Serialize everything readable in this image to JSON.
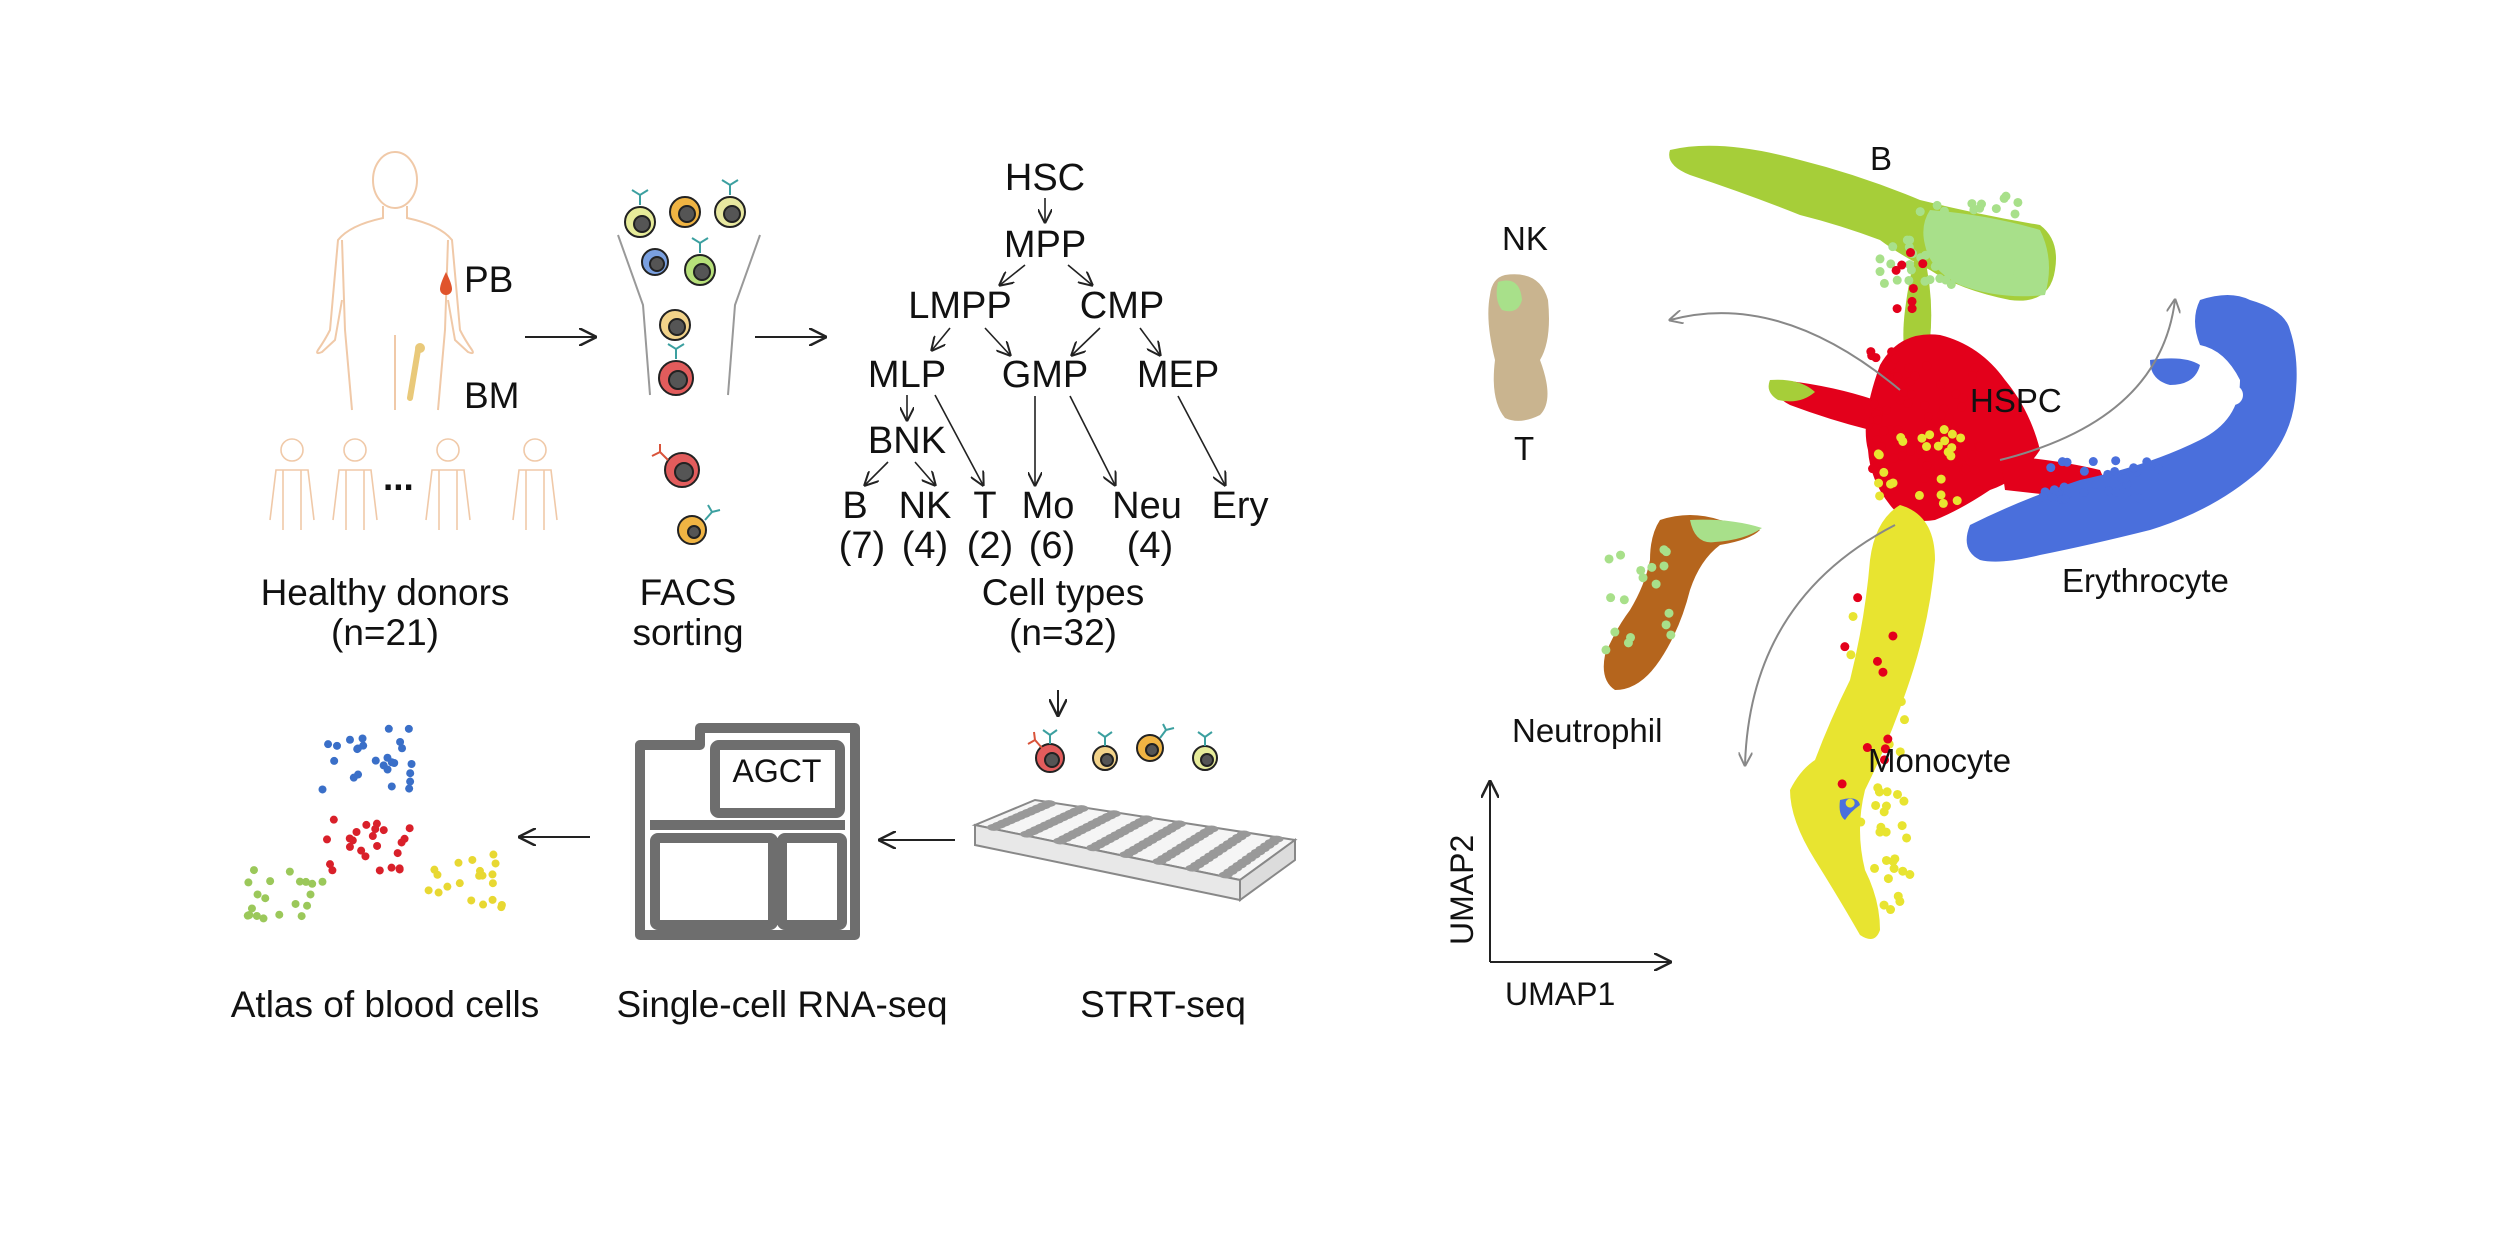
{
  "workflow": {
    "sources": {
      "pb": "PB",
      "bm": "BM",
      "ellipsis": "..."
    },
    "steps": {
      "donors": {
        "line1": "Healthy donors",
        "line2": "(n=21)"
      },
      "facs": {
        "line1": "FACS",
        "line2": "sorting"
      },
      "cell_types": {
        "line1": "Cell types",
        "line2": "(n=32)"
      },
      "strt": "STRT-seq",
      "scrna": "Single-cell RNA-seq",
      "sequencer_text": "AGCT",
      "atlas": "Atlas of blood cells"
    },
    "tree": {
      "hsc": "HSC",
      "mpp": "MPP",
      "lmpp": "LMPP",
      "cmp": "CMP",
      "mlp": "MLP",
      "gmp": "GMP",
      "mep": "MEP",
      "bnk": "BNK",
      "leaves": [
        {
          "name": "B",
          "count": "(7)"
        },
        {
          "name": "NK",
          "count": "(4)"
        },
        {
          "name": "T",
          "count": "(2)"
        },
        {
          "name": "Mo",
          "count": "(6)"
        },
        {
          "name": "Neu",
          "count": "(4)"
        },
        {
          "name": "Ery",
          "count": ""
        }
      ]
    }
  },
  "umap": {
    "clusters": {
      "b": "B",
      "nk": "NK",
      "t": "T",
      "hspc": "HSPC",
      "erythrocyte": "Erythrocyte",
      "neutrophil": "Neutrophil",
      "monocyte": "Monocyte"
    },
    "axes": {
      "x": "UMAP1",
      "y": "UMAP2"
    },
    "colors": {
      "b": "#a6ce39",
      "b_light": "#a8e08a",
      "hspc": "#e3001b",
      "erythrocyte": "#4a6fdc",
      "monocyte": "#e8e430",
      "neutrophil": "#b5651d",
      "nk_t": "#c9b48f"
    }
  },
  "atlas_colors": {
    "blue": "#3a6fc8",
    "red": "#d9202a",
    "green": "#9bc85a",
    "yellow": "#e8d832"
  }
}
